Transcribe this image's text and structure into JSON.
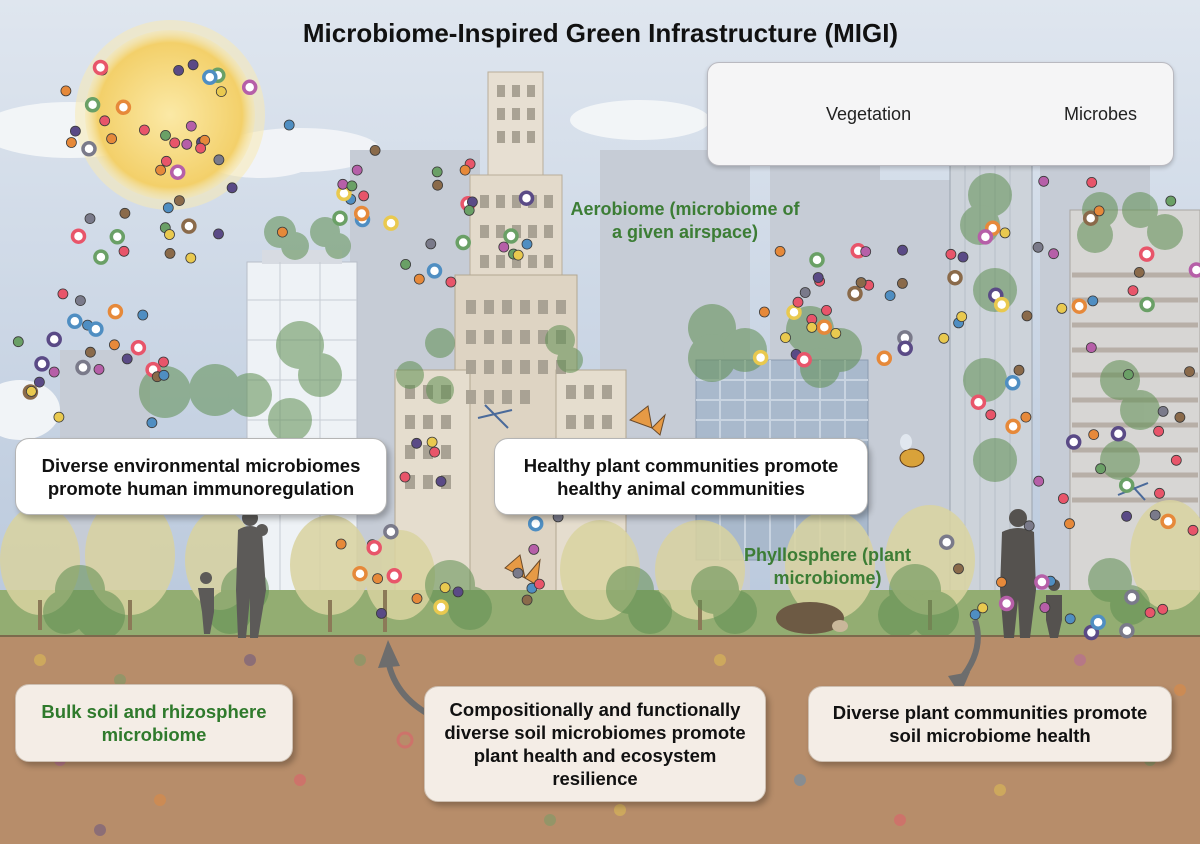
{
  "title": "Microbiome-Inspired Green Infrastructure (MIGI)",
  "legend": {
    "vegetation_label": "Vegetation",
    "microbes_label": "Microbes"
  },
  "labels": {
    "aerobiome": "Aerobiome (microbiome of a given airspace)",
    "phyllosphere": "Phyllosphere (plant microbiome)"
  },
  "callouts": {
    "immunoregulation": "Diverse environmental microbiomes promote human immunoregulation",
    "animal_communities": "Healthy plant communities promote healthy animal communities",
    "bulk_soil": "Bulk soil and rhizosphere microbiome",
    "soil_microbiomes": "Compositionally and functionally diverse soil microbiomes promote plant health and ecosystem resilience",
    "plant_communities": "Diverse plant communities promote soil microbiome health"
  },
  "colors": {
    "sky": "#c9d6e6",
    "soil": "#b78d6a",
    "grass": "#8fab6e",
    "vegetation": "#5f8f52",
    "sun": "#f6d86c",
    "label_green": "#3c7d35",
    "microbe_palette": [
      "#e8556a",
      "#b65fa8",
      "#5a4a86",
      "#4f8ec2",
      "#6aa066",
      "#e9c94f",
      "#e6893a",
      "#8a6a4a",
      "#7a7a8a"
    ]
  }
}
